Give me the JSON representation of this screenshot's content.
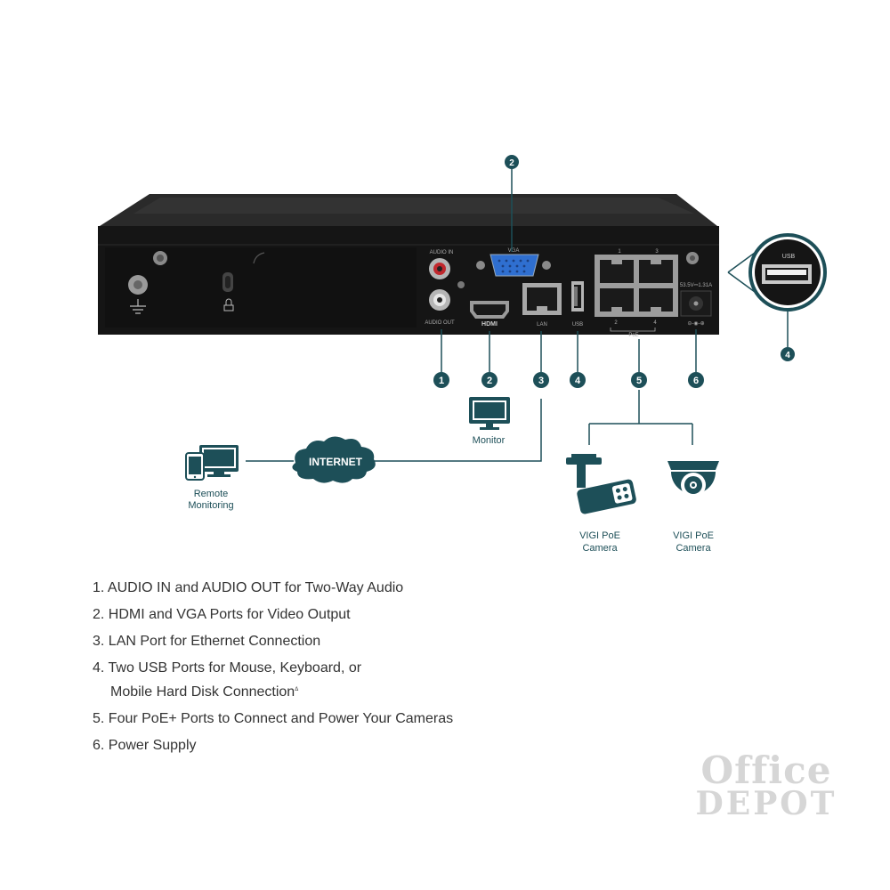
{
  "device": {
    "ports": {
      "audio_in": "AUDIO IN",
      "audio_out": "AUDIO OUT",
      "vga": "VGA",
      "hdmi": "HDMI",
      "lan": "LAN",
      "usb": "USB",
      "poe_1": "1",
      "poe_2": "2",
      "poe_3": "3",
      "poe_4": "4",
      "poe": "PoE",
      "power": "53.5V⎓1.31A"
    }
  },
  "zoom_usb_label": "USB",
  "callouts": {
    "vga_top": "2",
    "usb_zoom": "4",
    "row": [
      "1",
      "2",
      "3",
      "4",
      "5",
      "6"
    ]
  },
  "diagram": {
    "monitor": "Monitor",
    "internet": "INTERNET",
    "remote_line1": "Remote",
    "remote_line2": "Monitoring",
    "camera1_line1": "VIGI PoE",
    "camera1_line2": "Camera",
    "camera2_line1": "VIGI PoE",
    "camera2_line2": "Camera"
  },
  "features": {
    "f1": "1. AUDIO IN and AUDIO OUT for Two-Way Audio",
    "f2": "2. HDMI and VGA Ports for Video Output",
    "f3": "3. LAN Port for Ethernet Connection",
    "f4_line1": "4. Two USB Ports for Mouse, Keyboard, or",
    "f4_line2": "Mobile Hard Disk Connection",
    "f4_sup": "Δ",
    "f5": "5. Four PoE+ Ports to Connect and Power Your Cameras",
    "f6": "6. Power Supply"
  },
  "logo": {
    "line1": "Office",
    "line2": "DEPOT"
  },
  "colors": {
    "accent": "#1d4f58",
    "device": "#141414",
    "list_text": "#333333",
    "logo": "#d6d6d6"
  }
}
